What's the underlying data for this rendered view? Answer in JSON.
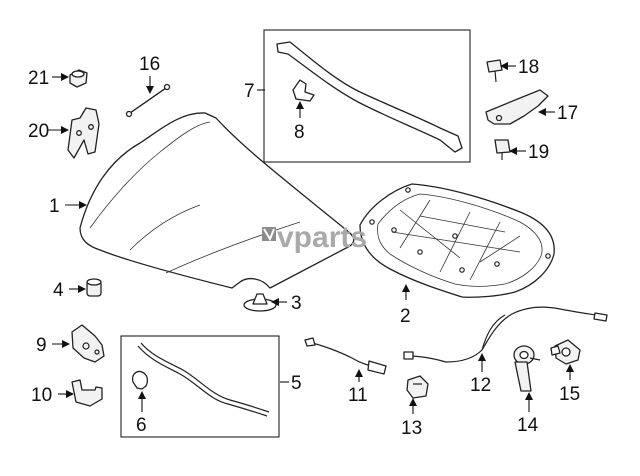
{
  "diagram": {
    "watermark": "vparts",
    "callouts": {
      "c1": "1",
      "c2": "2",
      "c3": "3",
      "c4": "4",
      "c5": "5",
      "c6": "6",
      "c7": "7",
      "c8": "8",
      "c9": "9",
      "c10": "10",
      "c11": "11",
      "c12": "12",
      "c13": "13",
      "c14": "14",
      "c15": "15",
      "c16": "16",
      "c17": "17",
      "c18": "18",
      "c19": "19",
      "c20": "20",
      "c21": "21"
    }
  }
}
